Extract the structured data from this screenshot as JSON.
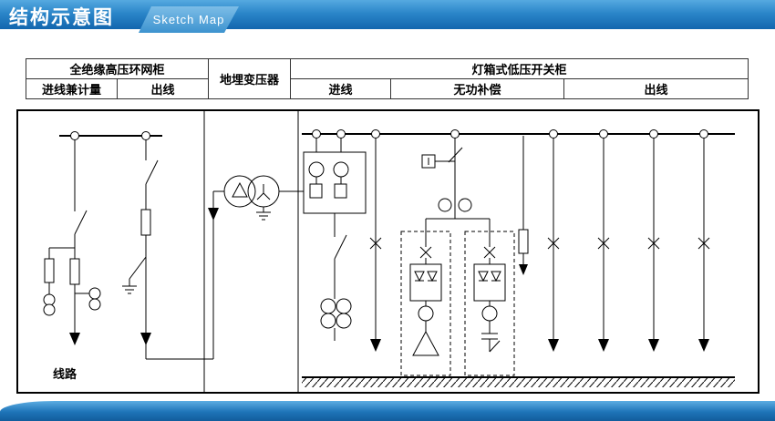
{
  "header": {
    "title": "结构示意图",
    "subtitle": "Sketch Map"
  },
  "legend_table": {
    "hv_cabinet": "全绝缘高压环网柜",
    "hv_incoming_metering": "进线兼计量",
    "hv_outgoing": "出线",
    "transformer": "地埋变压器",
    "lv_cabinet": "灯箱式低压开关柜",
    "lv_incoming": "进线",
    "lv_reactive_compensation": "无功补偿",
    "lv_outgoing": "出线"
  },
  "diagram": {
    "line_label": "线路"
  },
  "colors": {
    "header_blue_top": "#55a9e0",
    "header_blue_bottom": "#1266ae",
    "badge_blue": "#3d93cf",
    "line_color": "#000000"
  }
}
